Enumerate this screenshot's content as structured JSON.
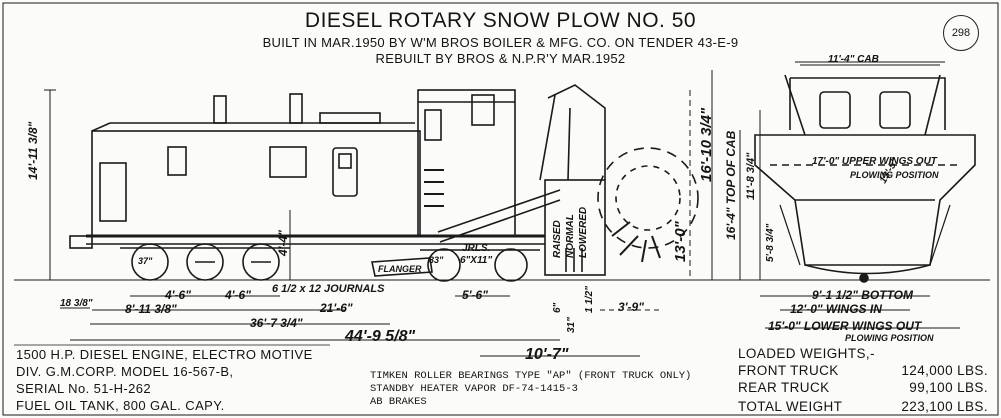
{
  "sheet_number": "298",
  "title": "DIESEL ROTARY SNOW PLOW NO. 50",
  "subtitle_built": "BUILT IN MAR.1950 BY W'M BROS BOILER & MFG. CO. ON TENDER 43-E-9",
  "subtitle_rebuilt": "REBUILT BY BROS & N.P.R'Y MAR.1952",
  "side_elevation": {
    "overall_height": "14'-11 3/8\"",
    "journals_note": "6 1/2 x 12 JOURNALS",
    "dim_4_6_a": "4'-6\"",
    "dim_4_6_b": "4'-6\"",
    "dim_8_11": "8'-11 3/8\"",
    "dim_21_6": "21'-6\"",
    "dim_36_7": "36'-7 3/4\"",
    "dim_44_9": "44'-9 5/8\"",
    "dim_18": "18 3/8\"",
    "dim_5_6": "5'-6\"",
    "dim_10_7": "10'-7\"",
    "dim_3_9": "3'-9\"",
    "dim_4_4": "4'-4\"",
    "dim_13_0": "13'-0\"",
    "dim_16_10": "16'-10 3/4\"",
    "dim_6_small": "6\"",
    "dim_31": "31\"",
    "dim_1_half": "1 1/2\"",
    "wheel_33": "33\"",
    "wheel_37": "37\"",
    "flanger_label": "FLANGER",
    "jrls_label": "JRLS.",
    "jrls_size": "6\"X11\"",
    "blade_raised": "RAISED",
    "blade_normal": "NORMAL",
    "blade_lowered": "LOWERED"
  },
  "end_elevation": {
    "cab_width": "11'-4\" CAB",
    "top_of_cab": "16'-4\" TOP OF CAB",
    "dim_11_8": "11'-8 3/4\"",
    "dim_5_8": "5'-8 3/4\"",
    "upper_wings": "17'-0\" UPPER WINGS OUT",
    "plowing_position_1": "PLOWING POSITION",
    "dim_13_5": "13'-5\"",
    "bottom": "9'-1 1/2\" BOTTOM",
    "wings_in": "12'-0\" WINGS IN",
    "lower_wings": "15'-0\" LOWER WINGS OUT",
    "plowing_position_2": "PLOWING POSITION"
  },
  "engine_notes": [
    "1500 H.P. DIESEL ENGINE, ELECTRO MOTIVE",
    "DIV. G.M.CORP. MODEL 16-567-B,",
    "SERIAL No. 51-H-262",
    "FUEL OIL TANK, 800 GAL. CAPY."
  ],
  "equipment_notes": [
    "TIMKEN ROLLER BEARINGS TYPE \"AP\" (FRONT TRUCK ONLY)",
    "STANDBY HEATER VAPOR DF-74-1415-3",
    "AB BRAKES"
  ],
  "weights": {
    "heading": "LOADED WEIGHTS,-",
    "front_label": "FRONT TRUCK",
    "front_value": "124,000 LBS.",
    "rear_label": "REAR TRUCK",
    "rear_value": "99,100 LBS.",
    "total_label": "TOTAL WEIGHT",
    "total_value": "223,100 LBS."
  }
}
